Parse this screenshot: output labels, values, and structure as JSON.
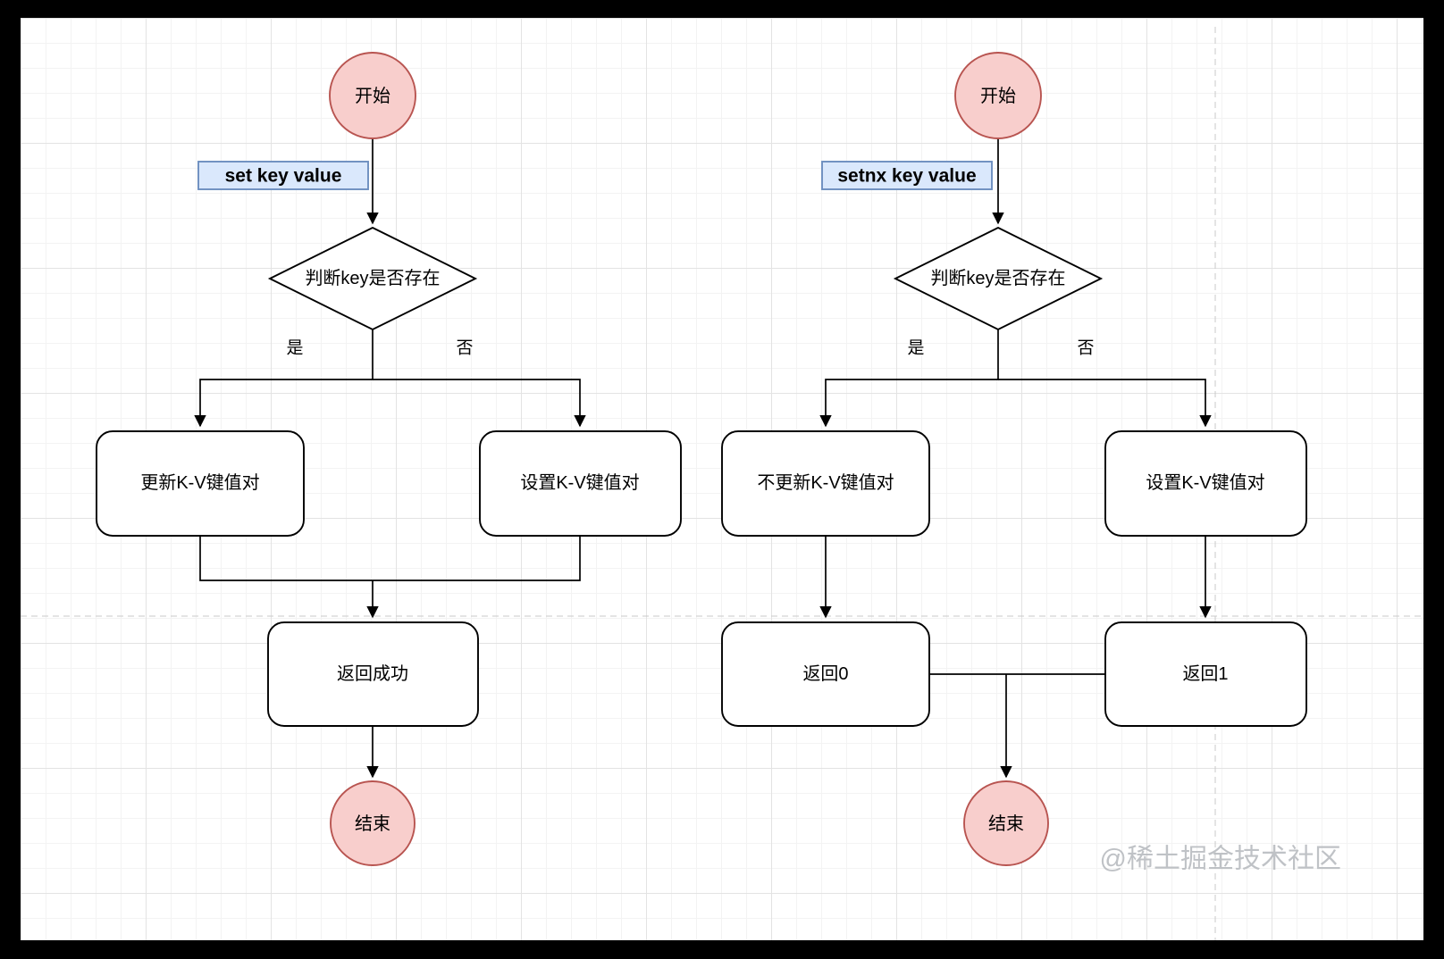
{
  "diagram": {
    "left": {
      "start_label": "开始",
      "command_label": "set key value",
      "decision_label": "判断key是否存在",
      "branch_yes": "是",
      "branch_no": "否",
      "exists_action": "更新K-V键值对",
      "not_exists_action": "设置K-V键值对",
      "result_label": "返回成功",
      "end_label": "结束"
    },
    "right": {
      "start_label": "开始",
      "command_label": "setnx key value",
      "decision_label": "判断key是否存在",
      "branch_yes": "是",
      "branch_no": "否",
      "exists_action": "不更新K-V键值对",
      "not_exists_action": "设置K-V键值对",
      "exists_result": "返回0",
      "not_exists_result": "返回1",
      "end_label": "结束"
    },
    "watermark": "@稀土掘金技术社区",
    "colors": {
      "terminal_fill": "#f8cecc",
      "terminal_stroke": "#b85450",
      "command_fill": "#dae8fc",
      "command_stroke": "#6c8ebf",
      "node_fill": "#ffffff",
      "node_stroke": "#000000"
    }
  }
}
